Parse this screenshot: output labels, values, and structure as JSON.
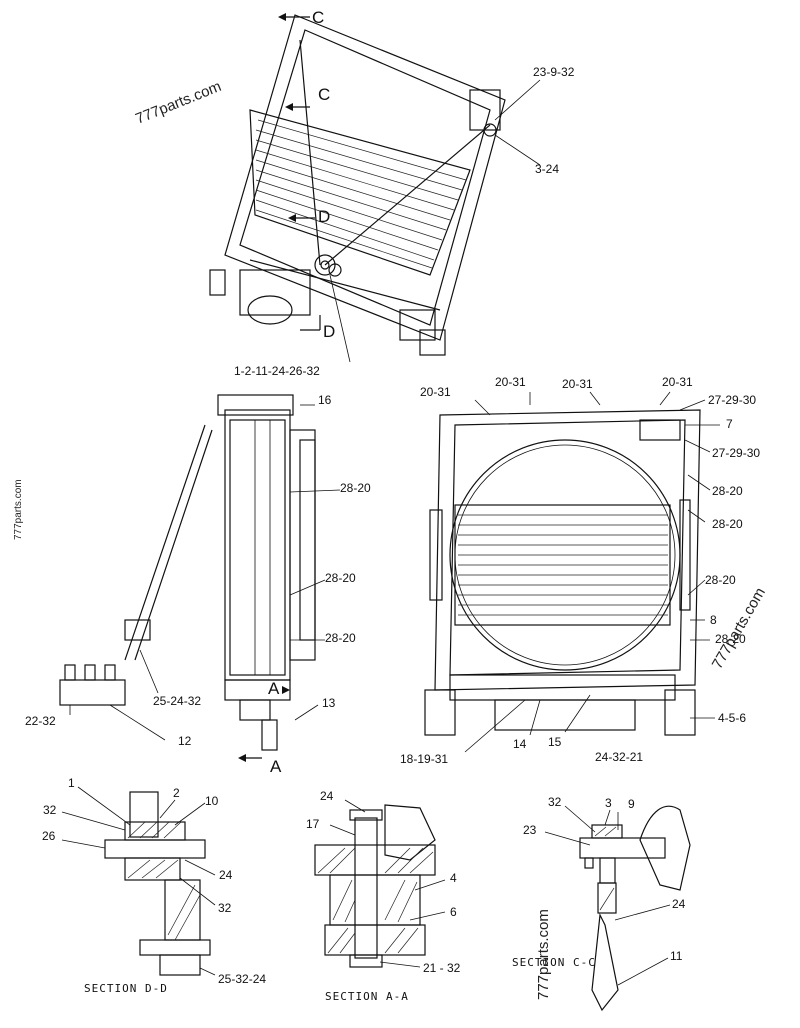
{
  "watermarks": [
    "777parts.com",
    "777parts.com",
    "777parts.com",
    "777parts.com"
  ],
  "section_markers": {
    "c_top": "C",
    "c_mid": "C",
    "d_mid": "D",
    "d_low": "D",
    "a_top": "A",
    "a_low": "A"
  },
  "callouts": {
    "top_23_9_32": "23-9-32",
    "top_3_24": "3-24",
    "top_1_2_11": "1-2-11-24-26-32",
    "side_16": "16",
    "side_28_20_a": "28-20",
    "side_28_20_b": "28-20",
    "side_28_20_c": "28-20",
    "side_25_24_32": "25-24-32",
    "side_22_32": "22-32",
    "side_12": "12",
    "side_13": "13",
    "front_20_31_a": "20-31",
    "front_20_31_b": "20-31",
    "front_20_31_c": "20-31",
    "front_20_31_d": "20-31",
    "front_27_29_30_a": "27-29-30",
    "front_7": "7",
    "front_27_29_30_b": "27-29-30",
    "front_28_20_a": "28-20",
    "front_28_20_b": "28-20",
    "front_28_20_c": "28-20",
    "front_8": "8",
    "front_28_20_d": "28-20",
    "front_4_5_6": "4-5-6",
    "front_18_19_31": "18-19-31",
    "front_14": "14",
    "front_15": "15",
    "front_24_32_21": "24-32-21",
    "dd_1": "1",
    "dd_2": "2",
    "dd_10": "10",
    "dd_32a": "32",
    "dd_26": "26",
    "dd_24": "24",
    "dd_32b": "32",
    "dd_25_32_24": "25-32-24",
    "aa_24": "24",
    "aa_17": "17",
    "aa_4": "4",
    "aa_6": "6",
    "aa_21_32": "21 - 32",
    "cc_32": "32",
    "cc_3": "3",
    "cc_9": "9",
    "cc_23": "23",
    "cc_24": "24",
    "cc_11": "11"
  },
  "section_titles": {
    "dd": "SECTION D-D",
    "aa": "SECTION A-A",
    "cc": "SECTION C-C"
  }
}
